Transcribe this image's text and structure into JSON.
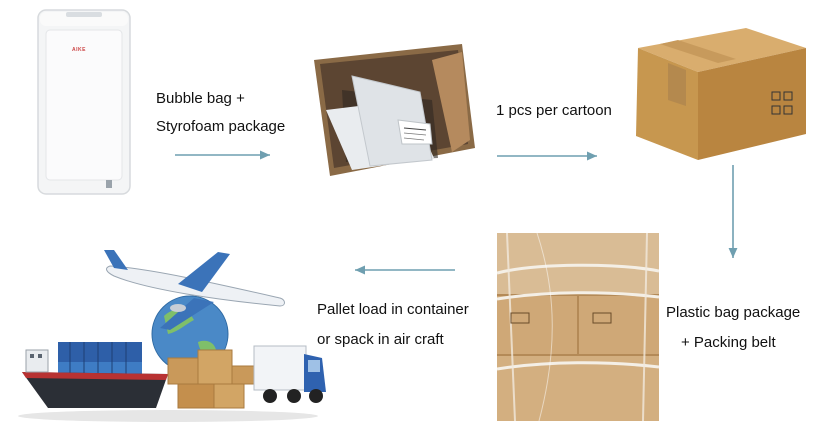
{
  "steps": {
    "step1": {
      "line1": "Bubble bag +",
      "line2": "Styrofoam package"
    },
    "step2": {
      "line1": "1 pcs per cartoon"
    },
    "step3": {
      "line1": "Plastic bag package",
      "line2": "+  Packing belt"
    },
    "step4": {
      "line1": "Pallet load in container",
      "line2": "or spack in air craft"
    }
  },
  "product": {
    "brand_mark": "AIKE"
  },
  "colors": {
    "arrow": "#6f9fb0",
    "cardboard": "#c9995a",
    "cardboard_dark": "#a97a3f",
    "tape": "#b58a4f"
  },
  "icons": [
    "hand-dryer-image",
    "open-box-image",
    "cardboard-box-image",
    "wrapped-pallet-image",
    "logistics-image"
  ]
}
